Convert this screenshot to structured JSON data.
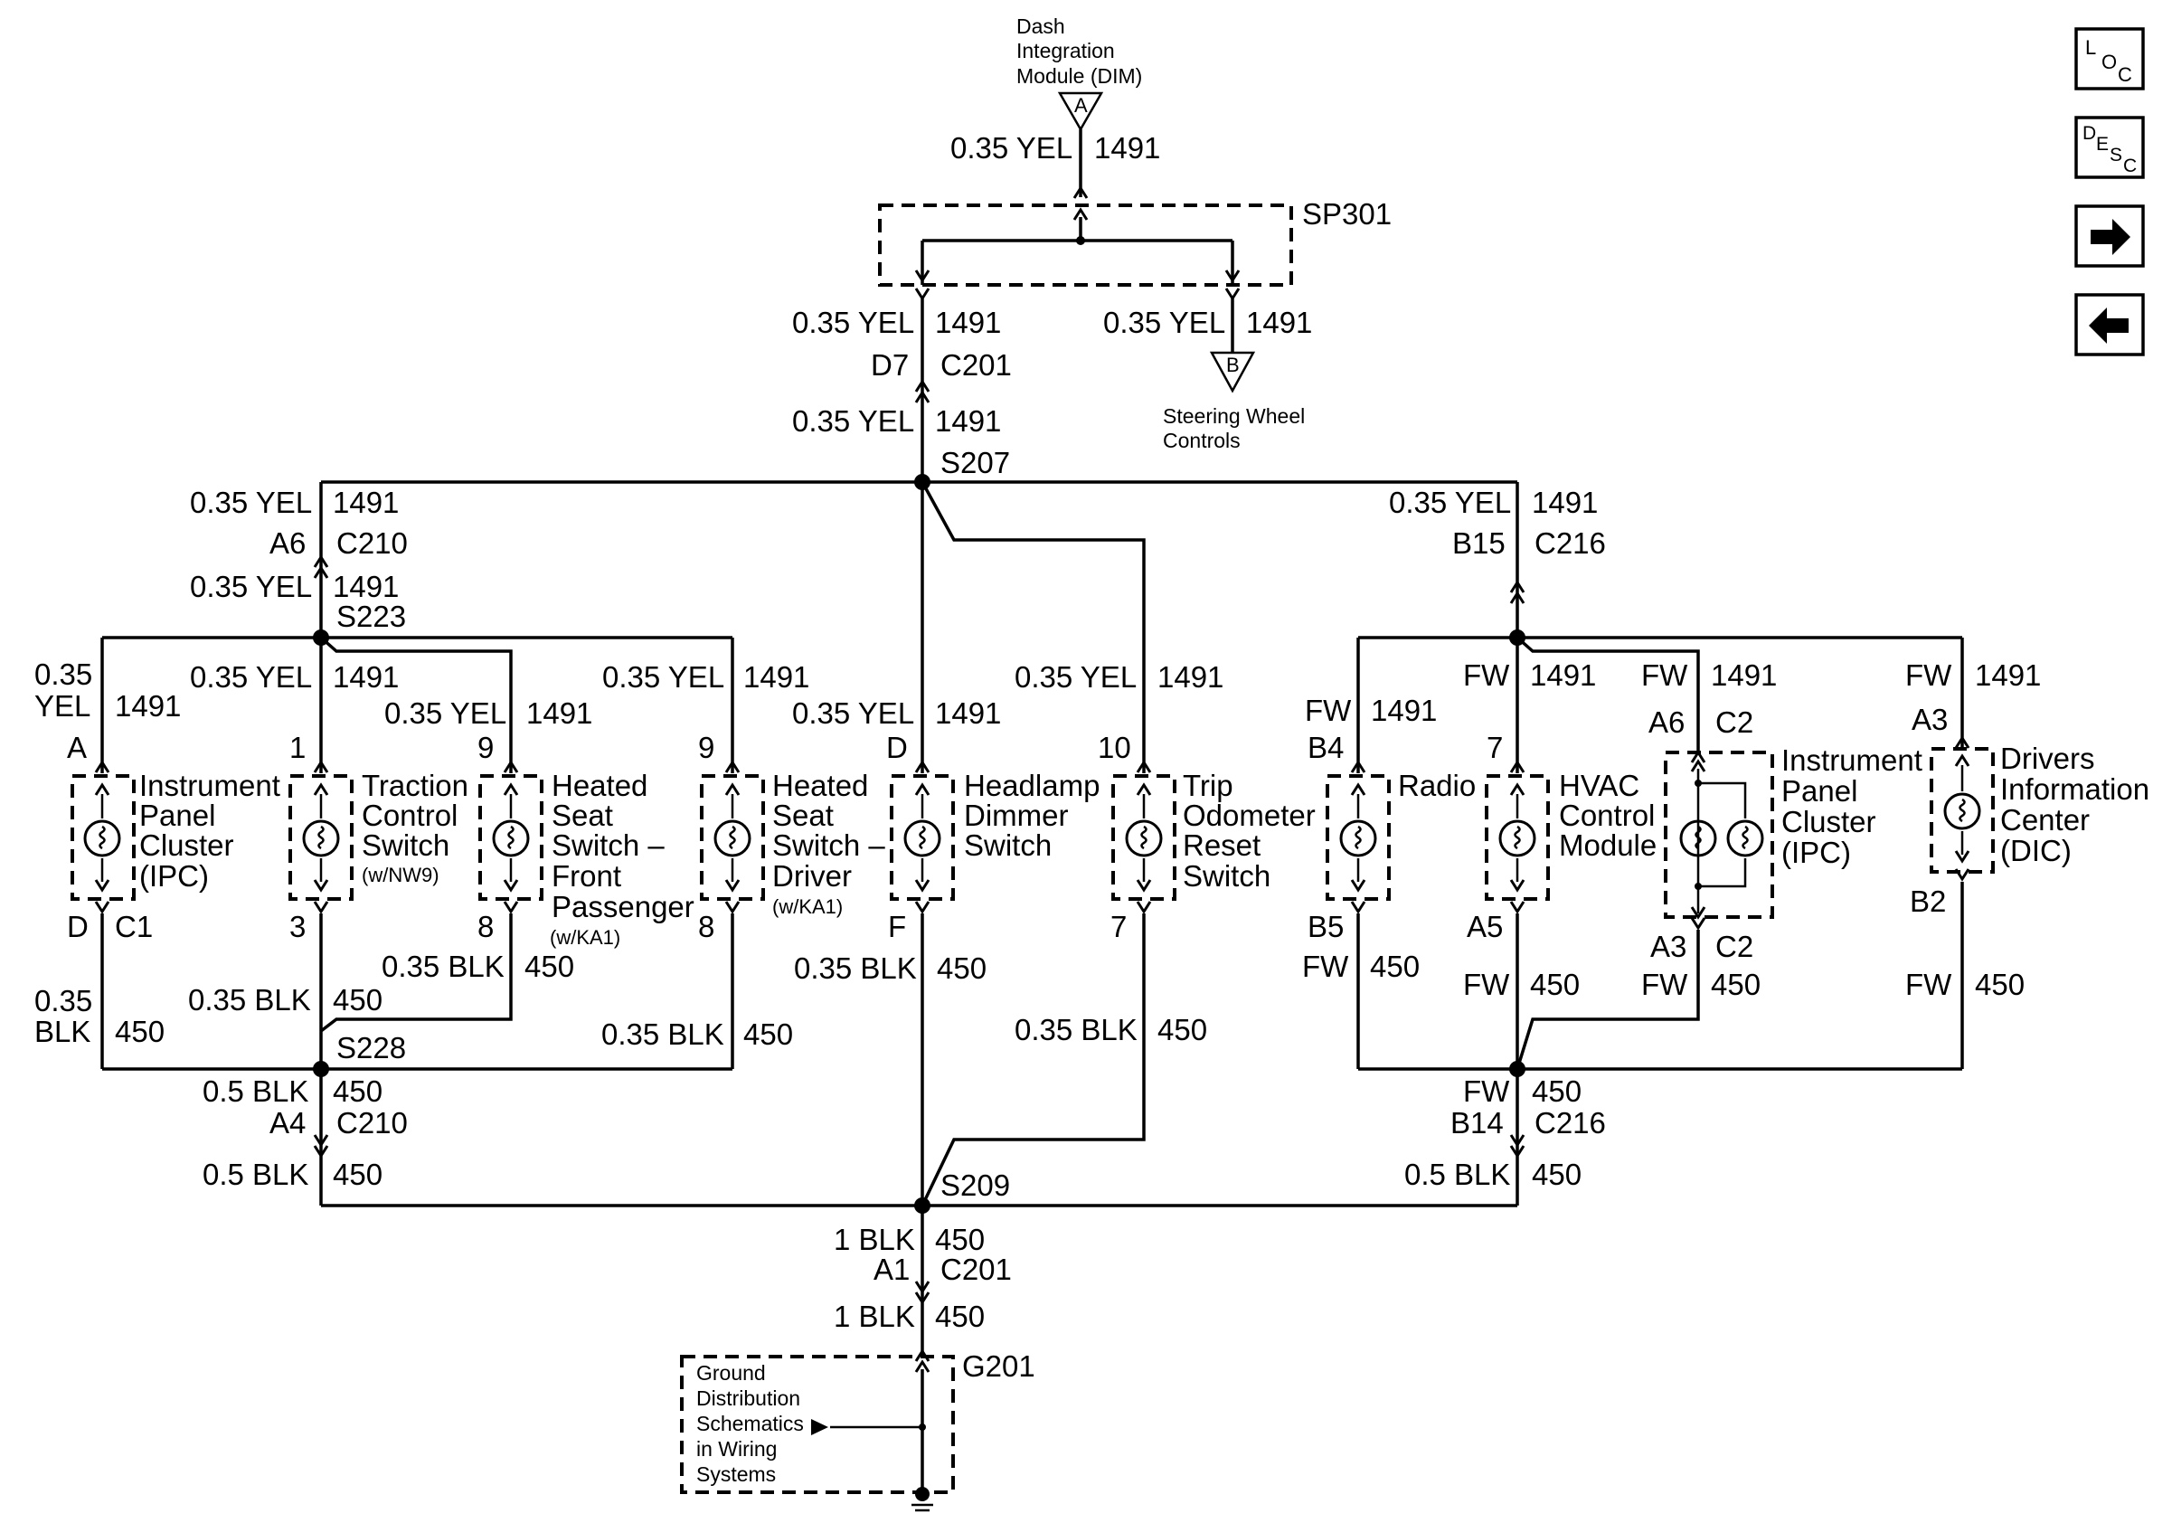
{
  "modules": {
    "dim": [
      "Dash",
      "Integration",
      "Module (DIM)"
    ],
    "dim_connector": "A",
    "splice_pack": "SP301",
    "steering": [
      "Steering Wheel",
      "Controls"
    ],
    "steering_connector": "B",
    "ground_block": [
      "Ground",
      "Distribution",
      "Schematics",
      "in Wiring",
      "Systems"
    ],
    "ground_id": "G201"
  },
  "wire": {
    "yel_035": "0.35 YEL",
    "c1491": "1491",
    "c450": "450",
    "blk_035": "0.35 BLK",
    "blk_05": "0.5 BLK",
    "blk_1": "1 BLK",
    "fw": "FW",
    "gauge_035": "0.35",
    "yel": "YEL",
    "blk": "BLK"
  },
  "connectors": {
    "d7": "D7",
    "c201": "C201",
    "s207": "S207",
    "a6": "A6",
    "c210": "C210",
    "s223": "S223",
    "b15": "B15",
    "c216": "C216",
    "s228": "S228",
    "a4": "A4",
    "s209": "S209",
    "b14": "B14",
    "a1": "A1",
    "c1": "C1",
    "c2": "C2"
  },
  "pins": {
    "A": "A",
    "D": "D",
    "F": "F",
    "1": "1",
    "3": "3",
    "9": "9",
    "8": "8",
    "10": "10",
    "7": "7",
    "B4": "B4",
    "B5": "B5",
    "A5": "A5",
    "A6": "A6",
    "A3": "A3",
    "B2": "B2"
  },
  "components": {
    "ipc_left": [
      "Instrument",
      "Panel",
      "Cluster",
      "(IPC)"
    ],
    "traction": [
      "Traction",
      "Control",
      "Switch"
    ],
    "traction_opt": "(w/NW9)",
    "heated_front": [
      "Heated",
      "Seat",
      "Switch –",
      "Front",
      "Passenger"
    ],
    "heated_front_opt": "(w/KA1)",
    "heated_driver": [
      "Heated",
      "Seat",
      "Switch –",
      "Driver"
    ],
    "heated_driver_opt": "(w/KA1)",
    "headlamp": [
      "Headlamp",
      "Dimmer",
      "Switch"
    ],
    "trip": [
      "Trip",
      "Odometer",
      "Reset",
      "Switch"
    ],
    "radio": [
      "Radio"
    ],
    "hvac": [
      "HVAC",
      "Control",
      "Module"
    ],
    "ipc_right": [
      "Instrument",
      "Panel",
      "Cluster",
      "(IPC)"
    ],
    "dic": [
      "Drivers",
      "Information",
      "Center",
      "(DIC)"
    ]
  },
  "nav": {
    "loc": [
      "L",
      "O",
      "C"
    ],
    "desc": [
      "D",
      "E",
      "S",
      "C"
    ],
    "icons": [
      "loc-icon",
      "desc-icon",
      "arrow-right-icon",
      "arrow-left-icon"
    ]
  }
}
